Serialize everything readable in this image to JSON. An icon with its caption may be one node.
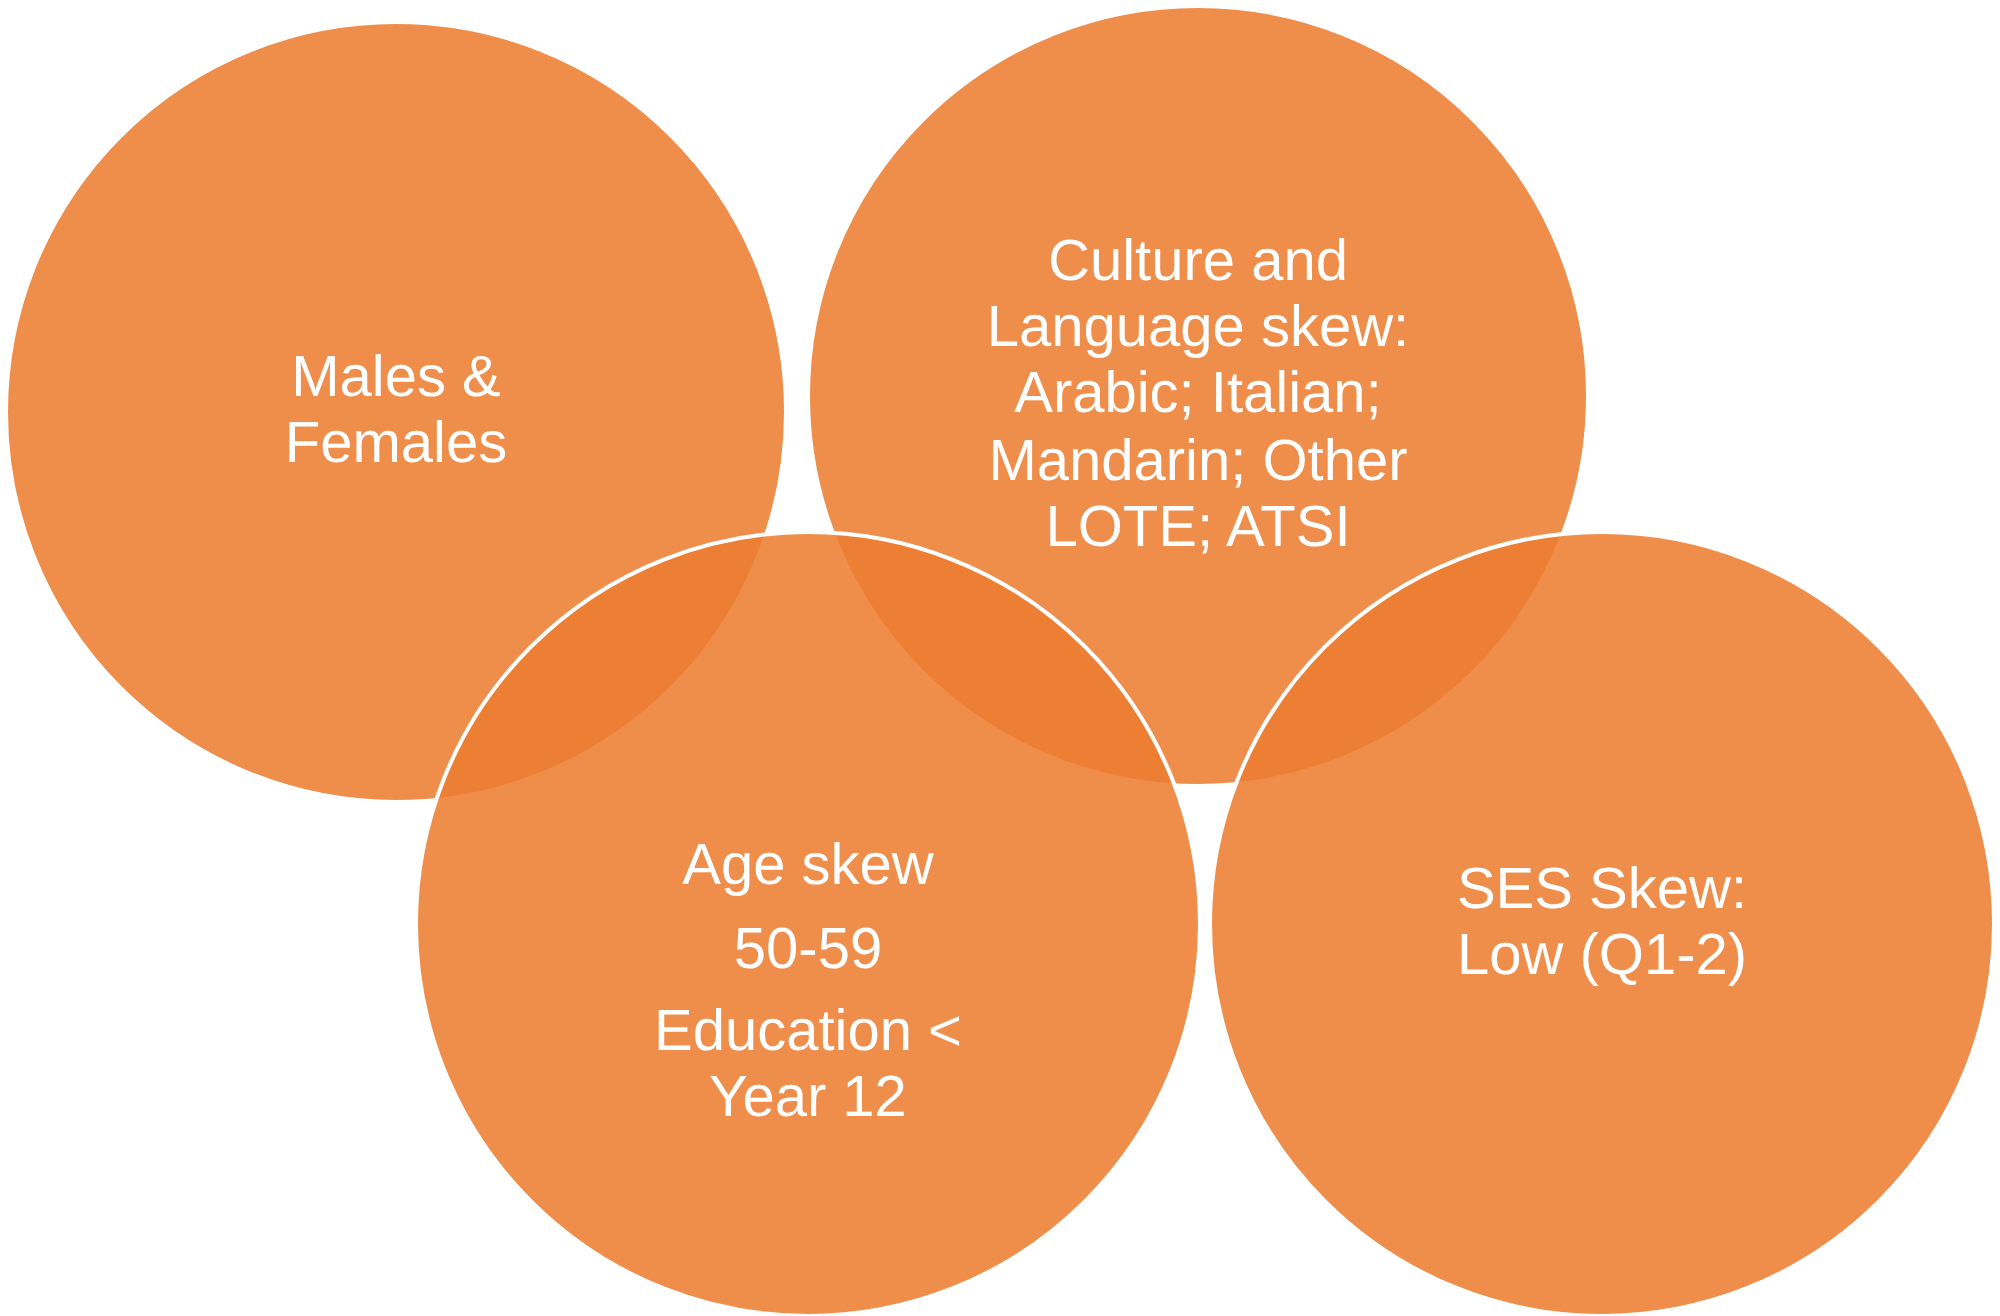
{
  "diagram": {
    "nodes": [
      {
        "text": [
          "Males & Females"
        ]
      },
      {
        "text": [
          "Culture and Language skew: Arabic; Italian; Mandarin; Other LOTE; ATSI"
        ]
      },
      {
        "text": [
          "Age skew",
          "50-59",
          "Education < Year 12"
        ]
      },
      {
        "text": [
          "SES Skew: Low (Q1-2)"
        ]
      }
    ],
    "edges": []
  }
}
